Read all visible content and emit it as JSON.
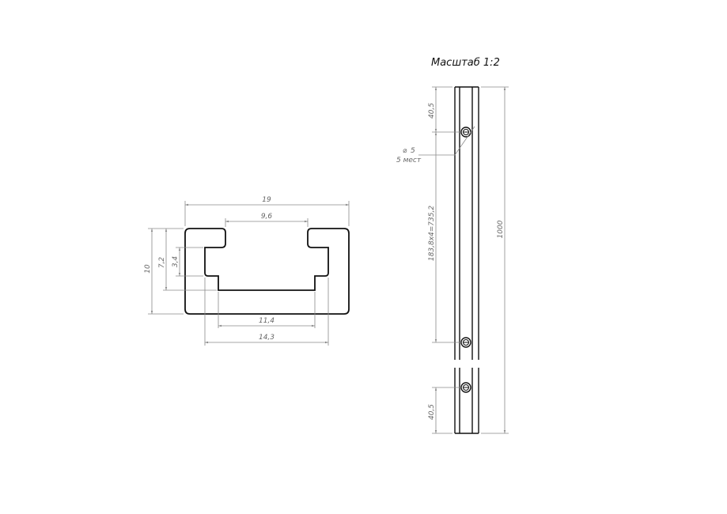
{
  "scale_label": "Масштаб 1:2",
  "profile": {
    "width": "19",
    "slot_opening": "9,6",
    "height": "10",
    "slot_depth": "7,2",
    "groove_height": "3,4",
    "bottom_width": "11,4",
    "groove_width": "14,3"
  },
  "rail": {
    "end_offset_top": "40,5",
    "hole_diameter": "5",
    "hole_count": "5 мест",
    "hole_spacing": "183,8x4=735,2",
    "length": "1000",
    "end_offset_bottom": "40,5"
  }
}
